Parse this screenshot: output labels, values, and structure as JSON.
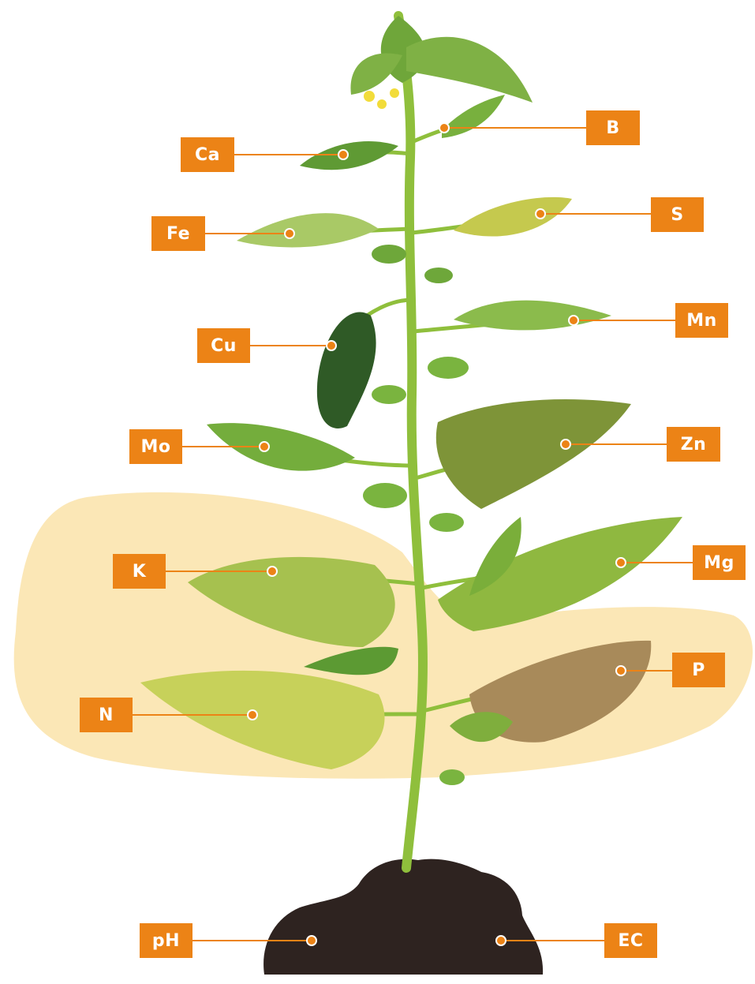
{
  "labels": {
    "b": "B",
    "ca": "Ca",
    "fe": "Fe",
    "s": "S",
    "mn": "Mn",
    "cu": "Cu",
    "mo": "Mo",
    "zn": "Zn",
    "k": "K",
    "mg": "Mg",
    "p": "P",
    "n": "N",
    "ph": "pH",
    "ec": "EC"
  },
  "colors": {
    "tag": "#ec8316",
    "highlight": "#fbe6b2",
    "stem": "#8fbf3c",
    "soil": "#2e2320"
  }
}
